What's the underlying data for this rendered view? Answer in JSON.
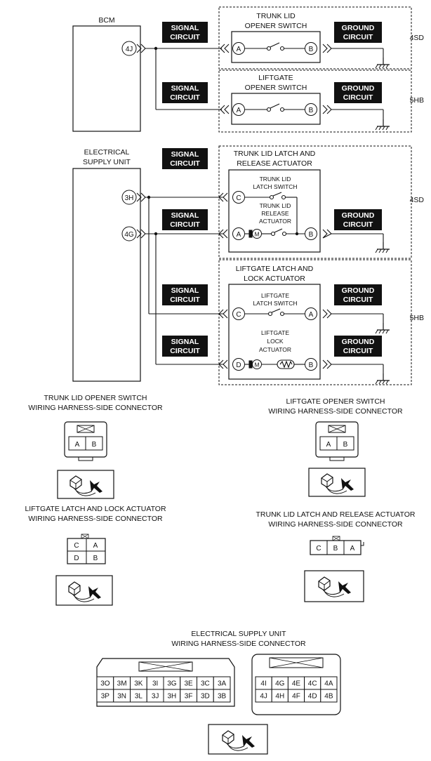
{
  "wiring": {
    "bcm_label": "BCM",
    "esu_label_line1": "ELECTRICAL",
    "esu_label_line2": "SUPPLY UNIT",
    "pins": {
      "bcm_4j": "4J",
      "esu_3h": "3H",
      "esu_4g": "4G"
    },
    "black_box_line1_signal": "SIGNAL",
    "black_box_line2_circuit": "CIRCUIT",
    "black_box_line1_ground": "GROUND",
    "variant_4sd": "4SD",
    "variant_5hb": "5HB",
    "trunk_opener": {
      "title_line1": "TRUNK LID",
      "title_line2": "OPENER SWITCH",
      "pin_a": "A",
      "pin_b": "B"
    },
    "liftgate_opener": {
      "title_line1": "LIFTGATE",
      "title_line2": "OPENER SWITCH",
      "pin_a": "A",
      "pin_b": "B"
    },
    "trunk_latch": {
      "title_line1": "TRUNK LID LATCH AND",
      "title_line2": "RELEASE ACTUATOR",
      "switch_line1": "TRUNK LID",
      "switch_line2": "LATCH SWITCH",
      "actuator_line1": "TRUNK LID",
      "actuator_line2": "RELEASE",
      "actuator_line3": "ACTUATOR",
      "pin_c": "C",
      "pin_a": "A",
      "pin_b": "B",
      "motor": "M"
    },
    "liftgate_latch": {
      "title_line1": "LIFTGATE LATCH AND",
      "title_line2": "LOCK ACTUATOR",
      "switch_line1": "LIFTGATE",
      "switch_line2": "LATCH SWITCH",
      "actuator_line1": "LIFTGATE",
      "actuator_line2": "LOCK",
      "actuator_line3": "ACTUATOR",
      "pin_c": "C",
      "pin_a": "A",
      "pin_d": "D",
      "pin_b": "B",
      "motor": "M"
    }
  },
  "connectors": {
    "trunk_opener": {
      "line1": "TRUNK LID OPENER SWITCH",
      "line2": "WIRING HARNESS-SIDE CONNECTOR",
      "pins": [
        "A",
        "B"
      ]
    },
    "liftgate_opener": {
      "line1": "LIFTGATE OPENER SWITCH",
      "line2": "WIRING HARNESS-SIDE CONNECTOR",
      "pins": [
        "A",
        "B"
      ]
    },
    "liftgate_latch": {
      "line1": "LIFTGATE LATCH AND LOCK ACTUATOR",
      "line2": "WIRING HARNESS-SIDE CONNECTOR",
      "pins": [
        "C",
        "A",
        "D",
        "B"
      ]
    },
    "trunk_latch": {
      "line1": "TRUNK LID LATCH AND RELEASE ACTUATOR",
      "line2": "WIRING HARNESS-SIDE CONNECTOR",
      "pins": [
        "C",
        "B",
        "A"
      ]
    },
    "esu": {
      "line1": "ELECTRICAL SUPPLY UNIT",
      "line2": "WIRING HARNESS-SIDE CONNECTOR",
      "row3_top": [
        "3O",
        "3M",
        "3K",
        "3I",
        "3G",
        "3E",
        "3C",
        "3A"
      ],
      "row3_bottom": [
        "3P",
        "3N",
        "3L",
        "3J",
        "3H",
        "3F",
        "3D",
        "3B"
      ],
      "row4_top": [
        "4I",
        "4G",
        "4E",
        "4C",
        "4A"
      ],
      "row4_bottom": [
        "4J",
        "4H",
        "4F",
        "4D",
        "4B"
      ]
    }
  }
}
